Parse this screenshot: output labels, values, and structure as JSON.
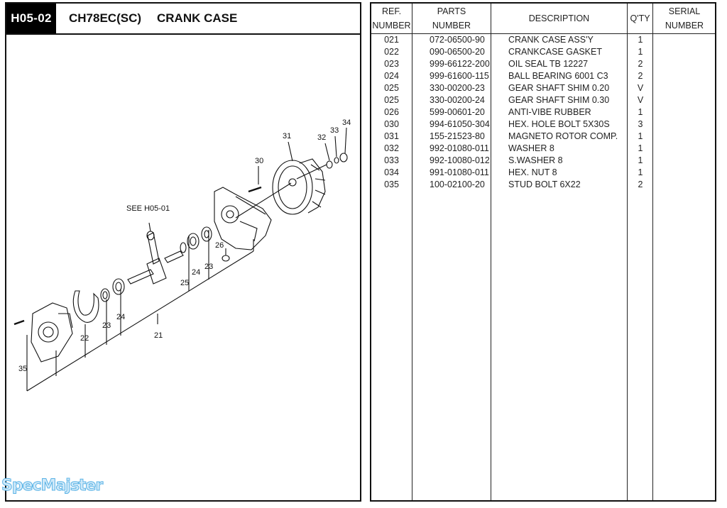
{
  "header": {
    "page_code": "H05-02",
    "model": "CH78EC(SC)",
    "section_title": "CRANK CASE"
  },
  "drawing": {
    "callouts": [
      "21",
      "22",
      "23",
      "23",
      "24",
      "24",
      "25",
      "26",
      "30",
      "31",
      "32",
      "33",
      "34",
      "35"
    ],
    "reference_note": "SEE H05-01"
  },
  "table": {
    "headers": {
      "ref_line1": "REF.",
      "ref_line2": "NUMBER",
      "parts_line1": "PARTS",
      "parts_line2": "NUMBER",
      "description": "DESCRIPTION",
      "qty": "Q'TY",
      "serial_line1": "SERIAL",
      "serial_line2": "NUMBER"
    },
    "rows": [
      {
        "ref": "021",
        "part": "072-06500-90",
        "desc": "CRANK CASE ASS'Y",
        "qty": "1",
        "serial": ""
      },
      {
        "ref": "022",
        "part": "090-06500-20",
        "desc": "CRANKCASE GASKET",
        "qty": "1",
        "serial": ""
      },
      {
        "ref": "023",
        "part": "999-66122-200",
        "desc": "OIL SEAL TB 12227",
        "qty": "2",
        "serial": ""
      },
      {
        "ref": "024",
        "part": "999-61600-115",
        "desc": "BALL BEARING 6001 C3",
        "qty": "2",
        "serial": ""
      },
      {
        "ref": "025",
        "part": "330-00200-23",
        "desc": "GEAR SHAFT SHIM 0.20",
        "qty": "V",
        "serial": ""
      },
      {
        "ref": "025",
        "part": "330-00200-24",
        "desc": "GEAR SHAFT SHIM 0.30",
        "qty": "V",
        "serial": ""
      },
      {
        "ref": "026",
        "part": "599-00601-20",
        "desc": "ANTI-VIBE RUBBER",
        "qty": "1",
        "serial": ""
      },
      {
        "ref": "030",
        "part": "994-61050-304",
        "desc": "HEX. HOLE BOLT 5X30S",
        "qty": "3",
        "serial": ""
      },
      {
        "ref": "031",
        "part": "155-21523-80",
        "desc": "MAGNETO ROTOR COMP.",
        "qty": "1",
        "serial": ""
      },
      {
        "ref": "032",
        "part": "992-01080-011",
        "desc": "WASHER 8",
        "qty": "1",
        "serial": ""
      },
      {
        "ref": "033",
        "part": "992-10080-012",
        "desc": "S.WASHER 8",
        "qty": "1",
        "serial": ""
      },
      {
        "ref": "034",
        "part": "991-01080-011",
        "desc": "HEX. NUT 8",
        "qty": "1",
        "serial": ""
      },
      {
        "ref": "035",
        "part": "100-02100-20",
        "desc": "STUD BOLT 6X22",
        "qty": "2",
        "serial": ""
      }
    ]
  },
  "watermark": "SpecMajster"
}
